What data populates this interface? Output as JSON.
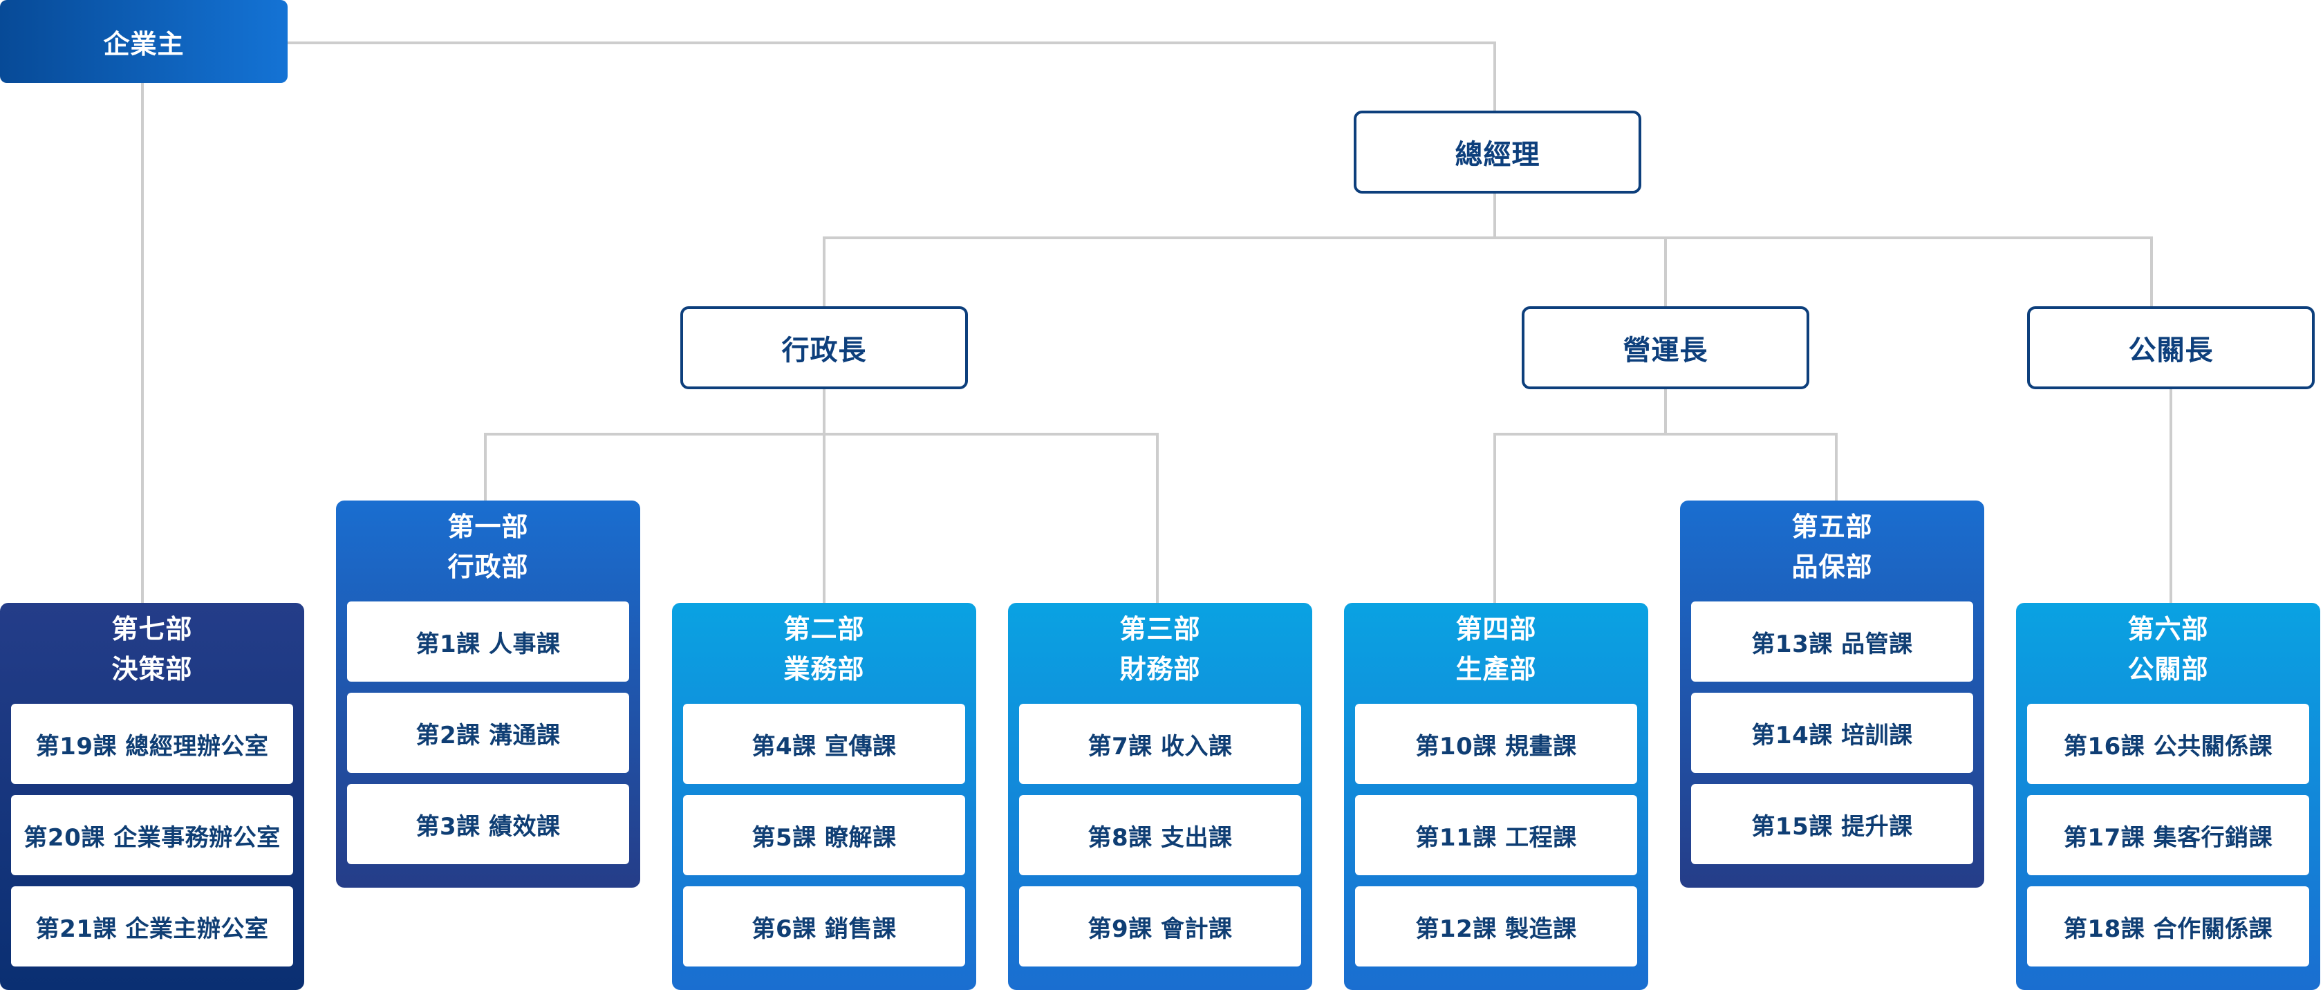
{
  "owner": {
    "label": "企業主"
  },
  "executives": {
    "general_manager": "總經理",
    "admin_chief": "行政長",
    "operations_chief": "營運長",
    "pr_chief": "公關長"
  },
  "departments": [
    {
      "id": "dept-7",
      "number": "第七部",
      "name": "決策部",
      "style": "darkest",
      "sections": [
        "第19課 總經理辦公室",
        "第20課 企業事務辦公室",
        "第21課 企業主辦公室"
      ]
    },
    {
      "id": "dept-1",
      "number": "第一部",
      "name": "行政部",
      "style": "dark",
      "sections": [
        "第1課 人事課",
        "第2課 溝通課",
        "第3課 績效課"
      ]
    },
    {
      "id": "dept-2",
      "number": "第二部",
      "name": "業務部",
      "style": "light",
      "sections": [
        "第4課 宣傳課",
        "第5課 瞭解課",
        "第6課 銷售課"
      ]
    },
    {
      "id": "dept-3",
      "number": "第三部",
      "name": "財務部",
      "style": "light",
      "sections": [
        "第7課 收入課",
        "第8課 支出課",
        "第9課 會計課"
      ]
    },
    {
      "id": "dept-4",
      "number": "第四部",
      "name": "生產部",
      "style": "light",
      "sections": [
        "第10課 規畫課",
        "第11課 工程課",
        "第12課 製造課"
      ]
    },
    {
      "id": "dept-5",
      "number": "第五部",
      "name": "品保部",
      "style": "dark",
      "sections": [
        "第13課 品管課",
        "第14課 培訓課",
        "第15課 提升課"
      ]
    },
    {
      "id": "dept-6",
      "number": "第六部",
      "name": "公關部",
      "style": "light",
      "sections": [
        "第16課 公共關係課",
        "第17課 集客行銷課",
        "第18課 合作關係課"
      ]
    }
  ],
  "colors": {
    "connector": "#cdcdcd",
    "exec_border": "#0d3f7c",
    "owner_gradient": [
      "#074a97",
      "#1473d5"
    ],
    "dept_light": [
      "#0aa2e2",
      "#1a6ed0"
    ],
    "dept_dark": [
      "#1a6ed0",
      "#253d88"
    ],
    "dept_darkest": [
      "#243d89",
      "#0a2f72"
    ],
    "section_text": "#0f3e74"
  }
}
